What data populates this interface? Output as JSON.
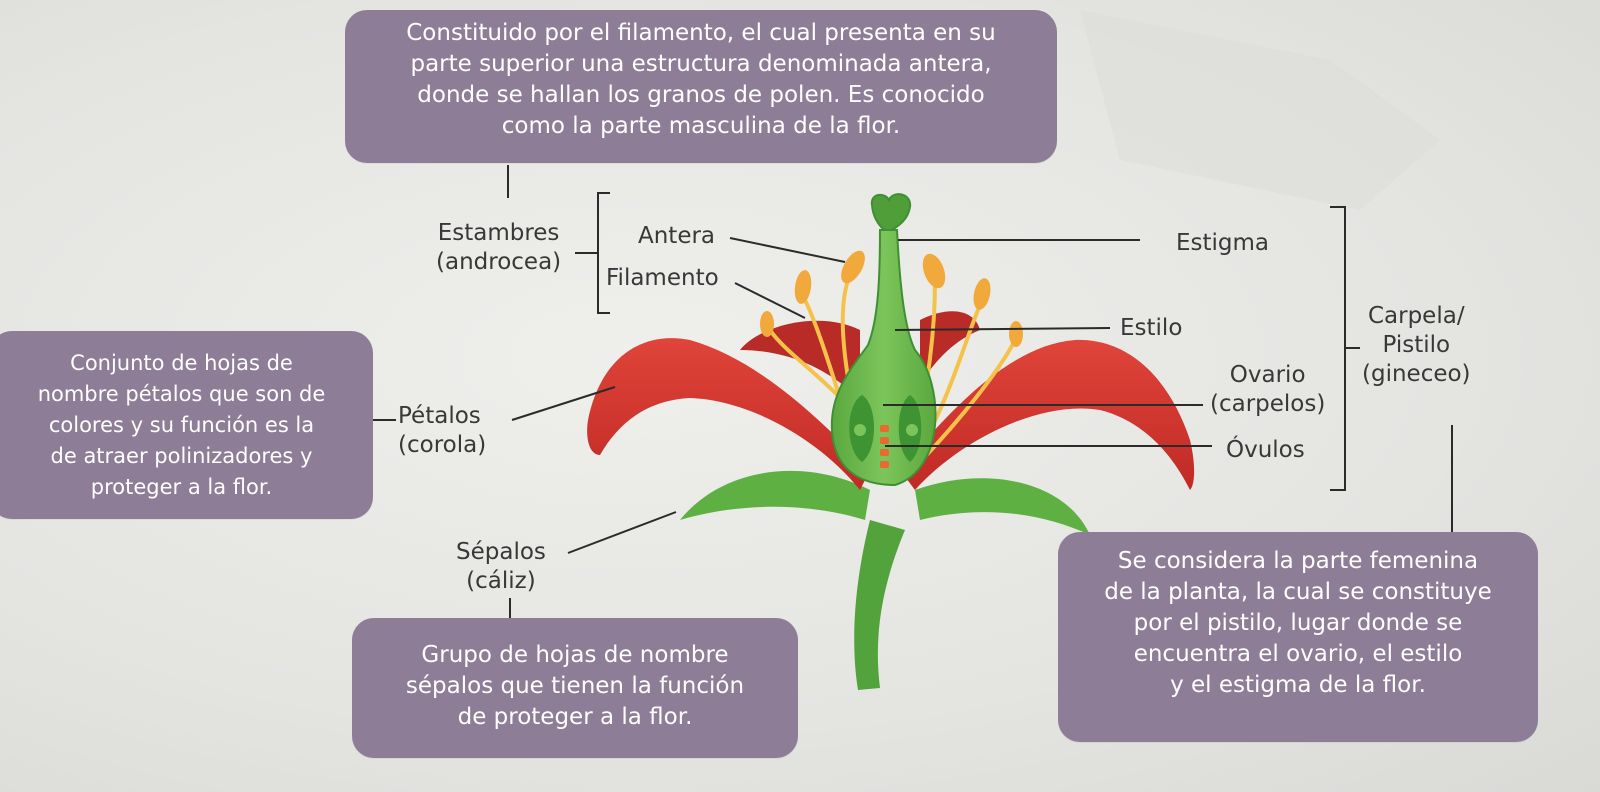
{
  "boxes": {
    "stamen_desc": [
      "Constituido por el filamento, el cual presenta en su",
      "parte superior una estructura denominada antera,",
      "donde se hallan los granos de polen. Es conocido",
      "como la parte masculina de la flor."
    ],
    "petals_desc": [
      "Conjunto de hojas de",
      "nombre pétalos que son de",
      "colores y su función es la",
      "de atraer polinizadores y",
      "proteger a la flor."
    ],
    "sepals_desc": [
      "Grupo de hojas de nombre",
      "sépalos que tienen la función",
      "de proteger a la flor."
    ],
    "carpel_desc": [
      "Se considera la parte femenina",
      "de la planta, la cual se constituye",
      "por el pistilo, lugar donde se",
      "encuentra el ovario, el estilo",
      "y el estigma de la flor."
    ]
  },
  "labels": {
    "stamens": [
      "Estambres",
      "(androcea)"
    ],
    "anther": "Antera",
    "filament": "Filamento",
    "stigma": "Estigma",
    "style": "Estilo",
    "ovary": [
      "Ovario",
      "(carpelos)"
    ],
    "ovules": "Óvulos",
    "carpel": [
      "Carpela/",
      "Pistilo",
      "(gineceo)"
    ],
    "petals": [
      "Pétalos",
      "(corola)"
    ],
    "sepals": [
      "Sépalos",
      "(cáliz)"
    ]
  },
  "colors": {
    "box_fill": "#8e7d96",
    "petal_red": "#d9362f",
    "petal_dark": "#a82420",
    "green": "#6dbb4c",
    "green_dark": "#3f8f34",
    "anther_orange": "#f2a93b",
    "filament_yellow": "#f4c24a",
    "leader_line": "#2b2b2b"
  }
}
